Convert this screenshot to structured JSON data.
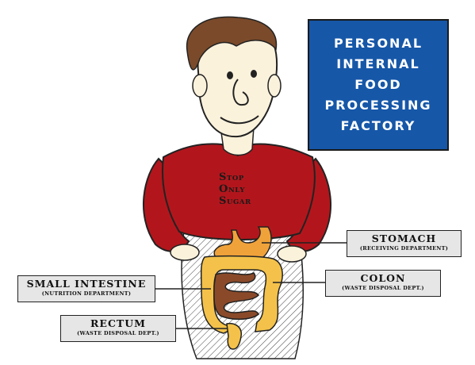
{
  "title_lines": [
    "PERSONAL",
    "INTERNAL",
    "FOOD",
    "PROCESSING",
    "FACTORY"
  ],
  "shirt_text": [
    {
      "initial": "S",
      "rest": "TOP"
    },
    {
      "initial": "O",
      "rest": "NLY"
    },
    {
      "initial": "S",
      "rest": "UGAR"
    }
  ],
  "labels": {
    "stomach": {
      "name": "STOMACH",
      "dept": "(RECEIVING DEPARTMENT)"
    },
    "small_intestine": {
      "name": "SMALL INTESTINE",
      "dept": "(NUTRITION DEPARTMENT)"
    },
    "colon": {
      "name": "COLON",
      "dept": "(WASTE DISPOSAL DEPT.)"
    },
    "rectum": {
      "name": "RECTUM",
      "dept": "(WASTE DISPOSAL DEPT.)"
    }
  },
  "colors": {
    "title_bg": "#1657a8",
    "shirt": "#b2161c",
    "skin": "#fbf2dc",
    "hair": "#7a4a2a",
    "stomach": "#f0a23a",
    "colon": "#f4c24a",
    "small_intestine": "#8a4a2a",
    "label_bg": "#e6e6e6"
  }
}
